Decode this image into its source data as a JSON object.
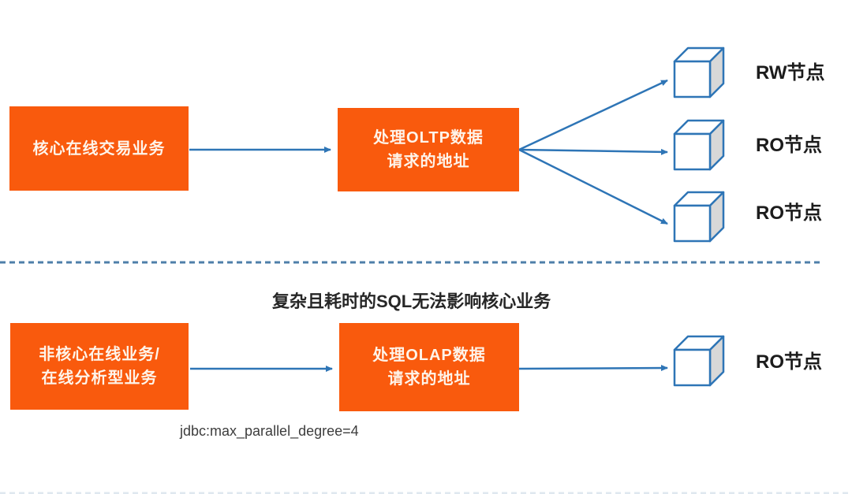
{
  "colors": {
    "box_orange": "#F95A0D",
    "box_text": "#FEF4EA",
    "arrow_blue": "#2E75B6",
    "divider_blue": "#4E7FA9",
    "node_face_gray": "#D8D8D8",
    "label_black": "#1C1C1C"
  },
  "top_flow": {
    "source_box": {
      "label": "核心在线交易业务"
    },
    "handler_box": {
      "line1": "处理OLTP数据",
      "line2": "请求的地址"
    },
    "nodes": [
      {
        "label": "RW节点"
      },
      {
        "label": "RO节点"
      },
      {
        "label": "RO节点"
      }
    ]
  },
  "divider_note": "复杂且耗时的SQL无法影响核心业务",
  "bottom_flow": {
    "source_box": {
      "line1": "非核心在线业务/",
      "line2": "在线分析型业务"
    },
    "handler_box": {
      "line1": "处理OLAP数据",
      "line2": "请求的地址"
    },
    "jdbc_note": "jdbc:max_parallel_degree=4",
    "nodes": [
      {
        "label": "RO节点"
      }
    ]
  }
}
